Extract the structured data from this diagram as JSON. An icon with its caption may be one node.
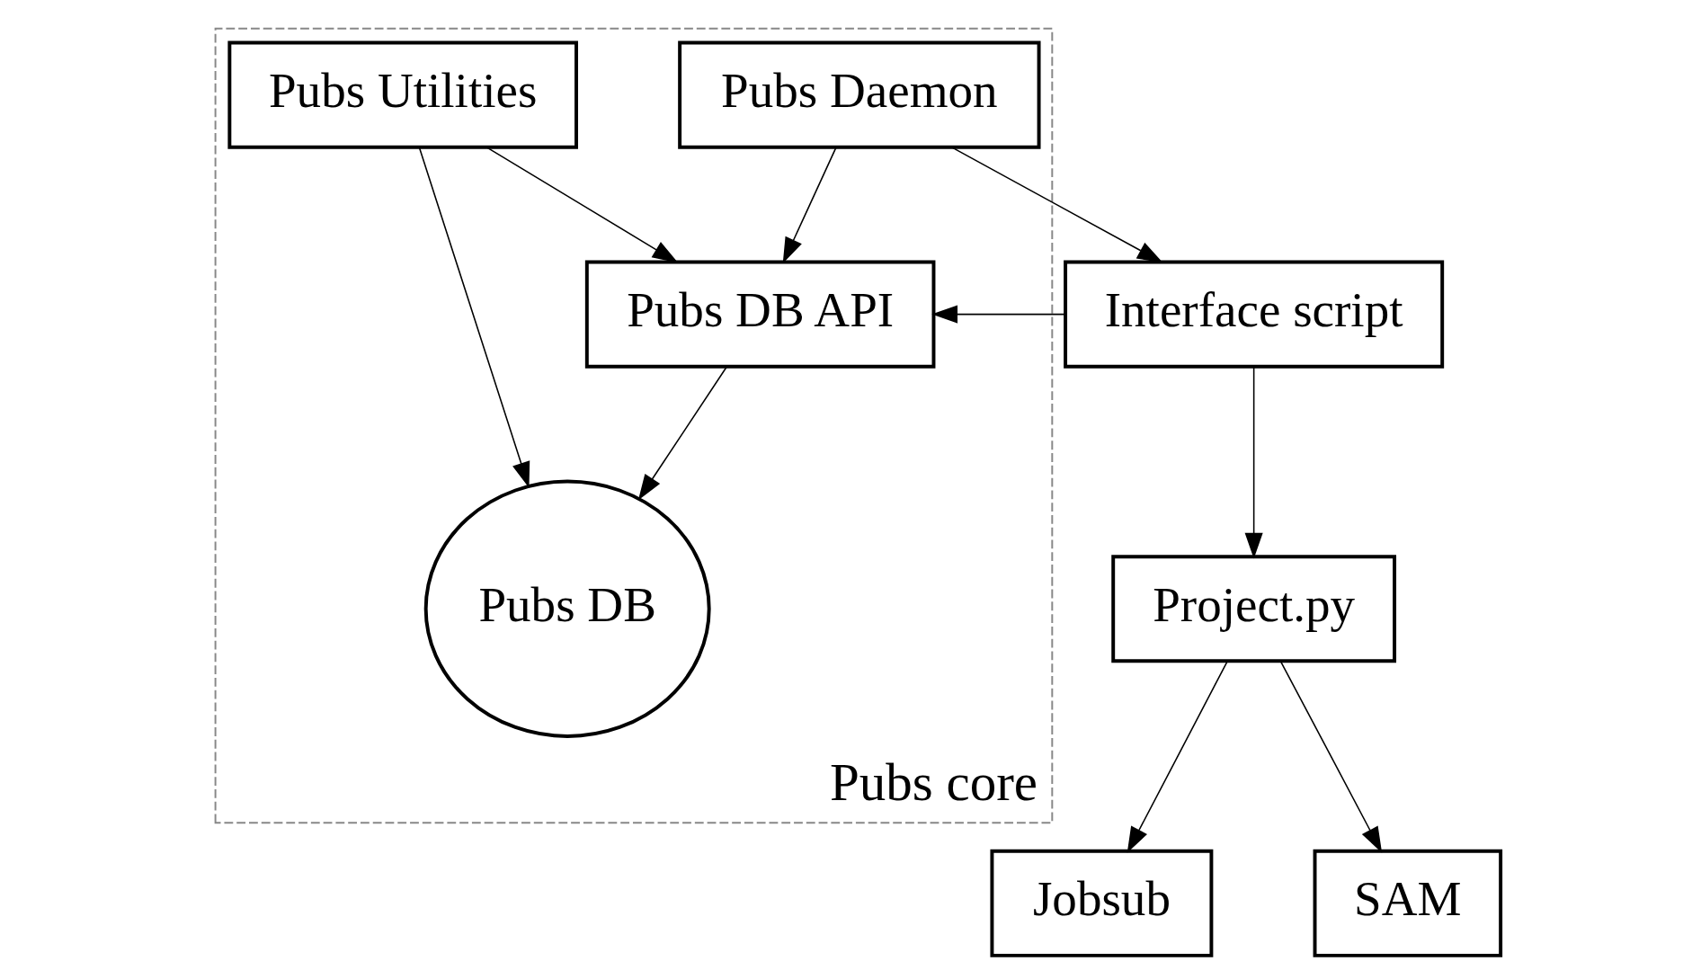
{
  "diagram": {
    "nodes": [
      {
        "text": [
          "Pubs core"
        ]
      },
      {
        "text": [
          "Pubs Daemon"
        ],
        "in": 0
      },
      {
        "text": [
          "Pubs Utilities"
        ],
        "in": 0
      },
      {
        "text": [
          "Interface script"
        ]
      },
      {
        "text": [
          "Pubs DB API"
        ],
        "in": 0
      },
      {
        "text": [
          "Project.py"
        ]
      },
      {
        "text": [
          "Pubs DB"
        ],
        "in": 0
      },
      {
        "text": [
          "Jobsub"
        ]
      },
      {
        "text": [
          "SAM"
        ]
      }
    ],
    "edges": [
      {
        "from": 1,
        "to": 3,
        "arrow": "to"
      },
      {
        "from": 1,
        "to": 4,
        "arrow": "to"
      },
      {
        "from": 2,
        "to": 4,
        "arrow": "to"
      },
      {
        "from": 2,
        "to": 6,
        "arrow": "to"
      },
      {
        "from": 3,
        "to": 4,
        "arrow": "to"
      },
      {
        "from": 3,
        "to": 5,
        "arrow": "to"
      },
      {
        "from": 4,
        "to": 6,
        "arrow": "to"
      },
      {
        "from": 5,
        "to": 7,
        "arrow": "to"
      },
      {
        "from": 5,
        "to": 8,
        "arrow": "to"
      }
    ]
  }
}
